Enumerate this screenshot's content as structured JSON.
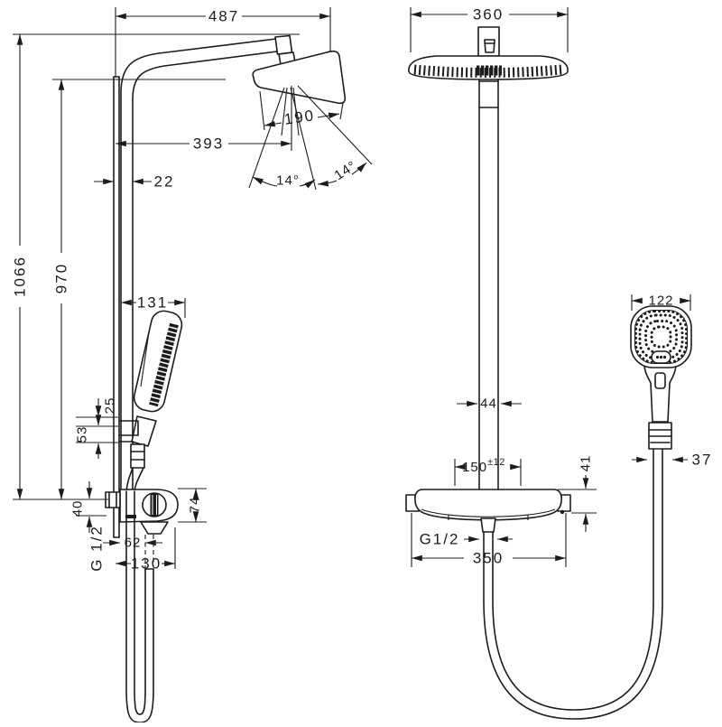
{
  "meta": {
    "line_color": "#1c1c1c",
    "background_color": "#ffffff"
  },
  "side_view": {
    "width_top": "487",
    "height_overall": "1066",
    "height_bar": "970",
    "head_center_offset": "393",
    "head_size": "190",
    "bar_depth": "22",
    "spray_angle_left": "14°",
    "spray_angle_right": "14°",
    "handshower_reach": "131",
    "holder_offset_upper": "25",
    "holder_offset_lower": "53",
    "valve_axis_offset": "40",
    "valve_height": "74",
    "hose_wall_offset": "62",
    "valve_depth": "130",
    "thread": "G 1/2"
  },
  "front_view": {
    "head_width": "360",
    "pipe_width": "44",
    "connection_spacing": "150",
    "connection_tolerance": "±12",
    "valve_top_offset": "41",
    "handshower_width": "122",
    "hose_nut_width": "37",
    "thread": "G1/2",
    "valve_width": "350"
  }
}
